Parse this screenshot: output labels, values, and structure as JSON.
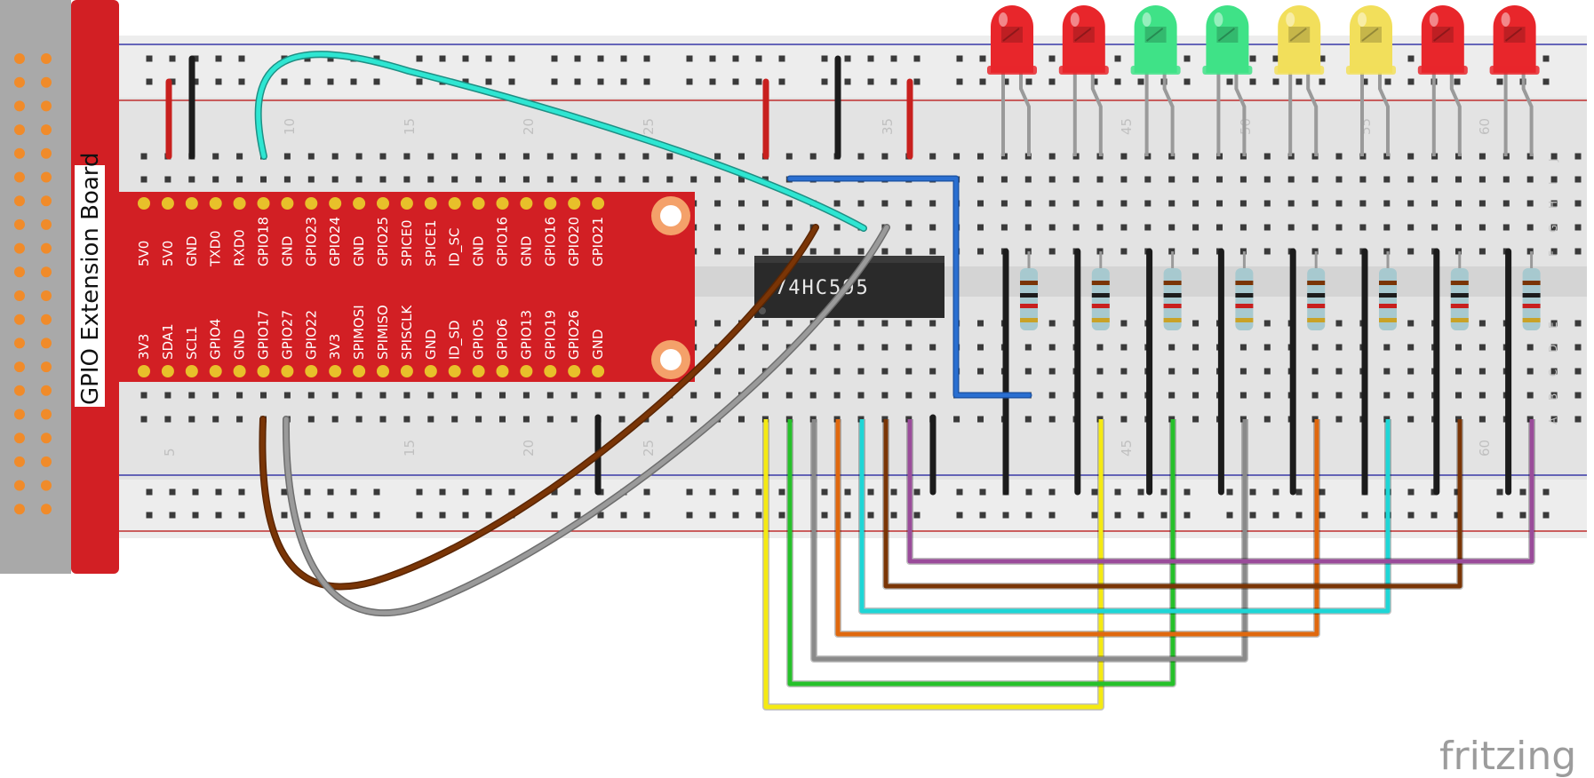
{
  "extension_board": {
    "title": "GPIO Extension Board",
    "top_pins": [
      "5V0",
      "5V0",
      "GND",
      "TXD0",
      "RXD0",
      "GPIO18",
      "GND",
      "GPIO23",
      "GPIO24",
      "GND",
      "GPIO25",
      "SPICE0",
      "SPICE1",
      "ID_SC",
      "GND",
      "GPIO16",
      "GND",
      "GPIO16",
      "GPIO20",
      "GPIO21"
    ],
    "bottom_pins": [
      "3V3",
      "SDA1",
      "SCL1",
      "GPIO4",
      "GND",
      "GPIO17",
      "GPIO27",
      "GPIO22",
      "3V3",
      "SPIMOSI",
      "SPIMISO",
      "SPISCLK",
      "GND",
      "ID_SD",
      "GPIO5",
      "GPIO6",
      "GPIO13",
      "GPIO19",
      "GPIO26",
      "GND"
    ]
  },
  "chip": {
    "label": "74HC595"
  },
  "breadboard": {
    "top_numbers": [
      "10",
      "15",
      "20",
      "25",
      "35",
      "45",
      "50",
      "55",
      "60"
    ],
    "bottom_numbers": [
      "5",
      "15",
      "20",
      "25",
      "45",
      "60"
    ],
    "top_row_letters": [
      "J",
      "I",
      "H",
      "G",
      "F"
    ],
    "bottom_row_letters": [
      "E",
      "D",
      "C",
      "B",
      "A"
    ]
  },
  "leds": {
    "colors": [
      "red",
      "red",
      "green",
      "green",
      "yellow",
      "yellow",
      "red",
      "red"
    ],
    "palette": {
      "red": "#e8262b",
      "green": "#3fe287",
      "yellow": "#f2df5b"
    }
  },
  "wire_colors": {
    "cyan": "#2ee6d2",
    "brown": "#7a3506",
    "gray": "#8a8a8a",
    "blue": "#2a6fd1",
    "red": "#c8201e",
    "black": "#1c1c1c",
    "yellow": "#f5ea12",
    "green": "#26c12a",
    "orange": "#e0680e",
    "teal": "#1ed6d6",
    "purple": "#9a4c9a"
  },
  "branding": {
    "logo": "fritzing"
  }
}
